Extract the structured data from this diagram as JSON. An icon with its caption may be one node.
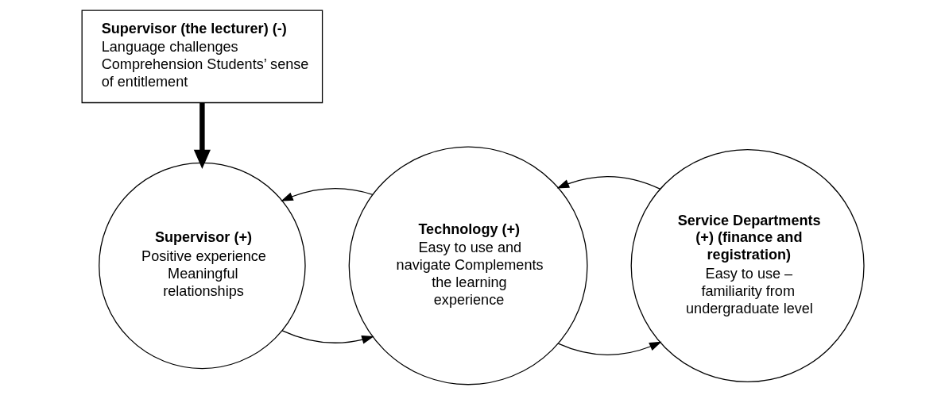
{
  "diagram": {
    "nodes": [
      {
        "text": [
          "Supervisor (+)",
          "Positive experience Meaningful relationships"
        ]
      },
      {
        "text": [
          "Technology (+)",
          "Easy to use and navigate Complements the learning experience"
        ]
      },
      {
        "text": [
          "Service Departments (+) (finance and registration)",
          "Easy to use – familiarity from undergraduate level"
        ]
      },
      {
        "text": [
          "Supervisor (the lecturer) (-)",
          "Language challenges Comprehension Students’ sense of entitlement"
        ]
      }
    ],
    "edges": [
      {
        "from": 0,
        "to": 1,
        "arrow": "to"
      },
      {
        "from": 1,
        "to": 2,
        "arrow": "to"
      },
      {
        "from": 1,
        "to": 0,
        "arrow": "to"
      },
      {
        "from": 2,
        "to": 1,
        "arrow": "to"
      },
      {
        "from": 3,
        "to": 0,
        "arrow": "to",
        "style": "thick"
      }
    ]
  }
}
